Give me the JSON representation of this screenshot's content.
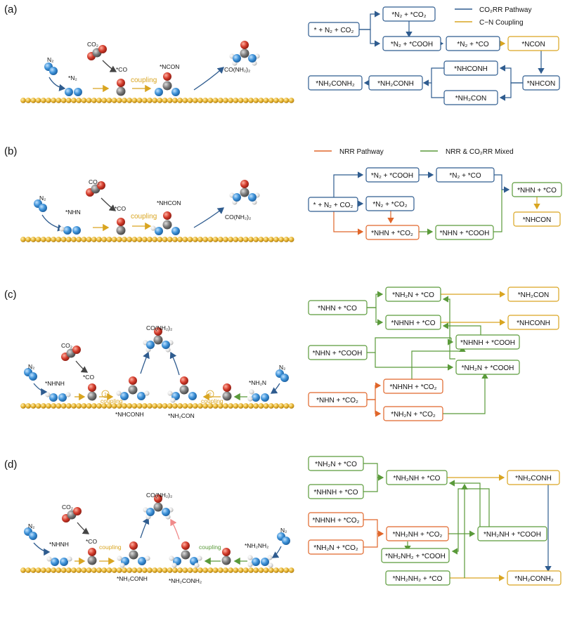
{
  "colors": {
    "co2rr": "#2f5c8f",
    "coupling": "#d9a520",
    "nrr": "#e0662a",
    "mixed": "#5a9a3a",
    "nitrogen": "#3a8fd6",
    "carbon": "#7a7a7a",
    "oxygen": "#d23a2a",
    "hydrogen": "#e2e2e2",
    "surface": "#e8b530"
  },
  "panels": [
    {
      "label": "(a)",
      "legend": [
        "CO₂RR Pathway",
        "C−N Coupling"
      ],
      "scene": {
        "n2": "N₂",
        "co2": "CO₂",
        "ads_n": "*N₂",
        "ads_co": "*CO",
        "coupling": "coupling",
        "ncon": "*NCON",
        "urea": "CO(NH₂)₂"
      },
      "nodes": [
        "* + N₂ + CO₂",
        "*N₂ + *CO₂",
        "*N₂ + *COOH",
        "*N₂ + *CO",
        "*NCON",
        "*NHCON",
        "*NHCONH",
        "*NH₂CON",
        "*NH₂CONH",
        "*NH₂CONH₂"
      ]
    },
    {
      "label": "(b)",
      "legend": [
        "NRR Pathway",
        "NRR & CO₂RR Mixed"
      ],
      "scene": {
        "n2": "N₂",
        "co2": "CO₂",
        "ads_n": "*NHN",
        "ads_co": "*CO",
        "coupling": "coupling",
        "ncon": "*NHCON",
        "urea": "CO(NH₂)₂"
      },
      "nodes": [
        "* + N₂ + CO₂",
        "*N₂ + *COOH",
        "*N₂ + *CO₂",
        "*N₂ + *CO",
        "*NHN + *CO₂",
        "*NHN + *COOH",
        "*NHN + *CO",
        "*NHCON"
      ]
    },
    {
      "label": "(c)",
      "scene": {
        "n2_left": "N₂",
        "n2_right": "N₂",
        "co2": "CO₂",
        "ads_l": "*NHNH",
        "ads_co": "*CO",
        "coupling1": "coupling",
        "coupling2": "coupling",
        "step1": "1",
        "step2": "2",
        "prod_l": "*NHCONH",
        "prod_r": "*NH₂CON",
        "ads_r": "*NH₂N",
        "urea": "CO(NH₂)₂"
      },
      "nodes": [
        "*NHN + *CO",
        "*NHN + *COOH",
        "*NHN + *CO₂",
        "*NH₂N + *CO",
        "*NHNH + *CO",
        "*NHNH + *COOH",
        "*NH₂N + *COOH",
        "*NHNH + *CO₂",
        "*NH₂N + *CO₂",
        "*NH₂CON",
        "*NHCONH"
      ]
    },
    {
      "label": "(d)",
      "scene": {
        "n2_left": "N₂",
        "n2_right": "N₂",
        "co2": "CO₂",
        "ads_l": "*NHNH",
        "ads_co": "*CO",
        "coupling1": "coupling",
        "coupling2": "coupling",
        "prod_l": "*NH₂CONH",
        "prod_r": "*NH₂CONH₂",
        "ads_r": "*NH₂NH₂",
        "urea": "CO(NH₂)₂"
      },
      "nodes": [
        "*NH₂N + *CO",
        "*NHNH + *CO",
        "*NHNH + *CO₂",
        "*NH₂N + *CO₂",
        "*NH₂NH + *CO",
        "*NH₂NH + *CO₂",
        "*NH₂NH + *COOH",
        "*NH₂NH₂ + *COOH",
        "*NH₂NH₂ + *CO",
        "*NH₂CONH",
        "*NH₂CONH₂"
      ]
    }
  ]
}
